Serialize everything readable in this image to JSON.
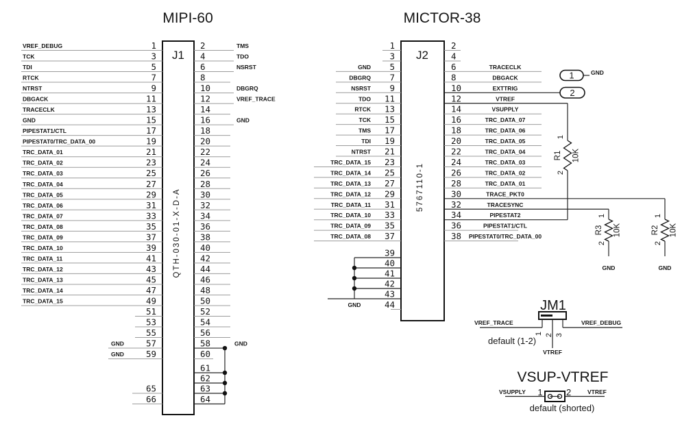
{
  "schematic": {
    "connectors": [
      {
        "name": "mipi-60",
        "title": "MIPI-60",
        "refdes": "J1",
        "part_number": "QTH-030-01-X-D-A",
        "pins_left": [
          {
            "pin": "1",
            "net": "VREF_DEBUG"
          },
          {
            "pin": "3",
            "net": "TCK"
          },
          {
            "pin": "5",
            "net": "TDI"
          },
          {
            "pin": "7",
            "net": "RTCK"
          },
          {
            "pin": "9",
            "net": "NTRST"
          },
          {
            "pin": "11",
            "net": "DBGACK"
          },
          {
            "pin": "13",
            "net": "TRACECLK"
          },
          {
            "pin": "15",
            "net": "GND"
          },
          {
            "pin": "17",
            "net": "PIPESTAT1/CTL"
          },
          {
            "pin": "19",
            "net": "PIPESTAT0/TRC_DATA_00"
          },
          {
            "pin": "21",
            "net": "TRC_DATA_01"
          },
          {
            "pin": "23",
            "net": "TRC_DATA_02"
          },
          {
            "pin": "25",
            "net": "TRC_DATA_03"
          },
          {
            "pin": "27",
            "net": "TRC_DATA_04"
          },
          {
            "pin": "29",
            "net": "TRC_DATA_05"
          },
          {
            "pin": "31",
            "net": "TRC_DATA_06"
          },
          {
            "pin": "33",
            "net": "TRC_DATA_07"
          },
          {
            "pin": "35",
            "net": "TRC_DATA_08"
          },
          {
            "pin": "37",
            "net": "TRC_DATA_09"
          },
          {
            "pin": "39",
            "net": "TRC_DATA_10"
          },
          {
            "pin": "41",
            "net": "TRC_DATA_11"
          },
          {
            "pin": "43",
            "net": "TRC_DATA_12"
          },
          {
            "pin": "45",
            "net": "TRC_DATA_13"
          },
          {
            "pin": "47",
            "net": "TRC_DATA_14"
          },
          {
            "pin": "49",
            "net": "TRC_DATA_15"
          },
          {
            "pin": "51",
            "net": ""
          },
          {
            "pin": "53",
            "net": ""
          },
          {
            "pin": "55",
            "net": ""
          },
          {
            "pin": "57",
            "net": "GND"
          },
          {
            "pin": "59",
            "net": "GND"
          },
          {
            "pin": "65",
            "net": ""
          },
          {
            "pin": "66",
            "net": ""
          }
        ],
        "pins_right": [
          {
            "pin": "2",
            "net": "TMS"
          },
          {
            "pin": "4",
            "net": "TDO"
          },
          {
            "pin": "6",
            "net": "NSRST"
          },
          {
            "pin": "8",
            "net": ""
          },
          {
            "pin": "10",
            "net": "DBGRQ"
          },
          {
            "pin": "12",
            "net": "VREF_TRACE"
          },
          {
            "pin": "14",
            "net": ""
          },
          {
            "pin": "16",
            "net": "GND"
          },
          {
            "pin": "18",
            "net": ""
          },
          {
            "pin": "20",
            "net": ""
          },
          {
            "pin": "22",
            "net": ""
          },
          {
            "pin": "24",
            "net": ""
          },
          {
            "pin": "26",
            "net": ""
          },
          {
            "pin": "28",
            "net": ""
          },
          {
            "pin": "30",
            "net": ""
          },
          {
            "pin": "32",
            "net": ""
          },
          {
            "pin": "34",
            "net": ""
          },
          {
            "pin": "36",
            "net": ""
          },
          {
            "pin": "38",
            "net": ""
          },
          {
            "pin": "40",
            "net": ""
          },
          {
            "pin": "42",
            "net": ""
          },
          {
            "pin": "44",
            "net": ""
          },
          {
            "pin": "46",
            "net": ""
          },
          {
            "pin": "48",
            "net": ""
          },
          {
            "pin": "50",
            "net": ""
          },
          {
            "pin": "52",
            "net": ""
          },
          {
            "pin": "54",
            "net": ""
          },
          {
            "pin": "56",
            "net": ""
          },
          {
            "pin": "58",
            "net": "GND"
          },
          {
            "pin": "60",
            "net": ""
          },
          {
            "pin": "61",
            "net": ""
          },
          {
            "pin": "62",
            "net": ""
          },
          {
            "pin": "63",
            "net": ""
          },
          {
            "pin": "64",
            "net": ""
          }
        ]
      },
      {
        "name": "mictor-38",
        "title": "MICTOR-38",
        "refdes": "J2",
        "part_number": "5767110-1",
        "ground_bus_label": "GND",
        "pins_left": [
          {
            "pin": "1",
            "net": ""
          },
          {
            "pin": "3",
            "net": ""
          },
          {
            "pin": "5",
            "net": "GND"
          },
          {
            "pin": "7",
            "net": "DBGRQ"
          },
          {
            "pin": "9",
            "net": "NSRST"
          },
          {
            "pin": "11",
            "net": "TDO"
          },
          {
            "pin": "13",
            "net": "RTCK"
          },
          {
            "pin": "15",
            "net": "TCK"
          },
          {
            "pin": "17",
            "net": "TMS"
          },
          {
            "pin": "19",
            "net": "TDI"
          },
          {
            "pin": "21",
            "net": "NTRST"
          },
          {
            "pin": "23",
            "net": "TRC_DATA_15"
          },
          {
            "pin": "25",
            "net": "TRC_DATA_14"
          },
          {
            "pin": "27",
            "net": "TRC_DATA_13"
          },
          {
            "pin": "29",
            "net": "TRC_DATA_12"
          },
          {
            "pin": "31",
            "net": "TRC_DATA_11"
          },
          {
            "pin": "33",
            "net": "TRC_DATA_10"
          },
          {
            "pin": "35",
            "net": "TRC_DATA_09"
          },
          {
            "pin": "37",
            "net": "TRC_DATA_08"
          },
          {
            "pin": "39",
            "net": ""
          },
          {
            "pin": "40",
            "net": ""
          },
          {
            "pin": "41",
            "net": ""
          },
          {
            "pin": "42",
            "net": ""
          },
          {
            "pin": "43",
            "net": ""
          },
          {
            "pin": "44",
            "net": ""
          }
        ],
        "pins_right": [
          {
            "pin": "2",
            "net": ""
          },
          {
            "pin": "4",
            "net": ""
          },
          {
            "pin": "6",
            "net": "TRACECLK"
          },
          {
            "pin": "8",
            "net": "DBGACK"
          },
          {
            "pin": "10",
            "net": "EXTTRIG"
          },
          {
            "pin": "12",
            "net": "VTREF"
          },
          {
            "pin": "14",
            "net": "VSUPPLY"
          },
          {
            "pin": "16",
            "net": "TRC_DATA_07"
          },
          {
            "pin": "18",
            "net": "TRC_DATA_06"
          },
          {
            "pin": "20",
            "net": "TRC_DATA_05"
          },
          {
            "pin": "22",
            "net": "TRC_DATA_04"
          },
          {
            "pin": "24",
            "net": "TRC_DATA_03"
          },
          {
            "pin": "26",
            "net": "TRC_DATA_02"
          },
          {
            "pin": "28",
            "net": "TRC_DATA_01"
          },
          {
            "pin": "30",
            "net": "TRACE_PKT0"
          },
          {
            "pin": "32",
            "net": "TRACESYNC"
          },
          {
            "pin": "34",
            "net": "PIPESTAT2"
          },
          {
            "pin": "36",
            "net": "PIPESTAT1/CTL"
          },
          {
            "pin": "38",
            "net": "PIPESTAT0/TRC_DATA_00"
          }
        ]
      }
    ],
    "test_points": [
      {
        "label": "1",
        "net": "GND"
      },
      {
        "label": "2",
        "net": ""
      }
    ],
    "resistors": [
      {
        "refdes": "R1",
        "value": "10K",
        "pin_top": "1",
        "pin_bottom": "2",
        "bottom_net": ""
      },
      {
        "refdes": "R3",
        "value": "10K",
        "pin_top": "1",
        "pin_bottom": "2",
        "bottom_net": "GND"
      },
      {
        "refdes": "R2",
        "value": "10K",
        "pin_top": "1",
        "pin_bottom": "2",
        "bottom_net": "GND"
      }
    ],
    "jumpers": [
      {
        "name": "jm1",
        "title": "JM1",
        "pin_labels": [
          "1",
          "2",
          "3"
        ],
        "left_net": "VREF_TRACE",
        "right_net": "VREF_DEBUG",
        "bottom_net": "VTREF",
        "note": "default (1-2)"
      },
      {
        "name": "vsup-vtref",
        "title": "VSUP-VTREF",
        "pin_labels": [
          "1",
          "2"
        ],
        "left_net": "VSUPPLY",
        "right_net": "VTREF",
        "note": "default (shorted)"
      }
    ]
  }
}
